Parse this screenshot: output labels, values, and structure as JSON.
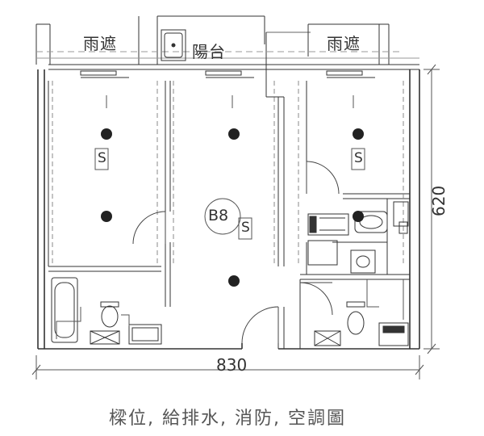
{
  "plan": {
    "labels": {
      "canopy_left": "雨遮",
      "canopy_right": "雨遮",
      "balcony": "陽台",
      "unit_id": "B8",
      "s_marks": [
        "S",
        "S",
        "S"
      ]
    },
    "dimensions": {
      "width": "830",
      "depth": "620"
    },
    "caption": "樑位, 給排水, 消防, 空調圖"
  }
}
